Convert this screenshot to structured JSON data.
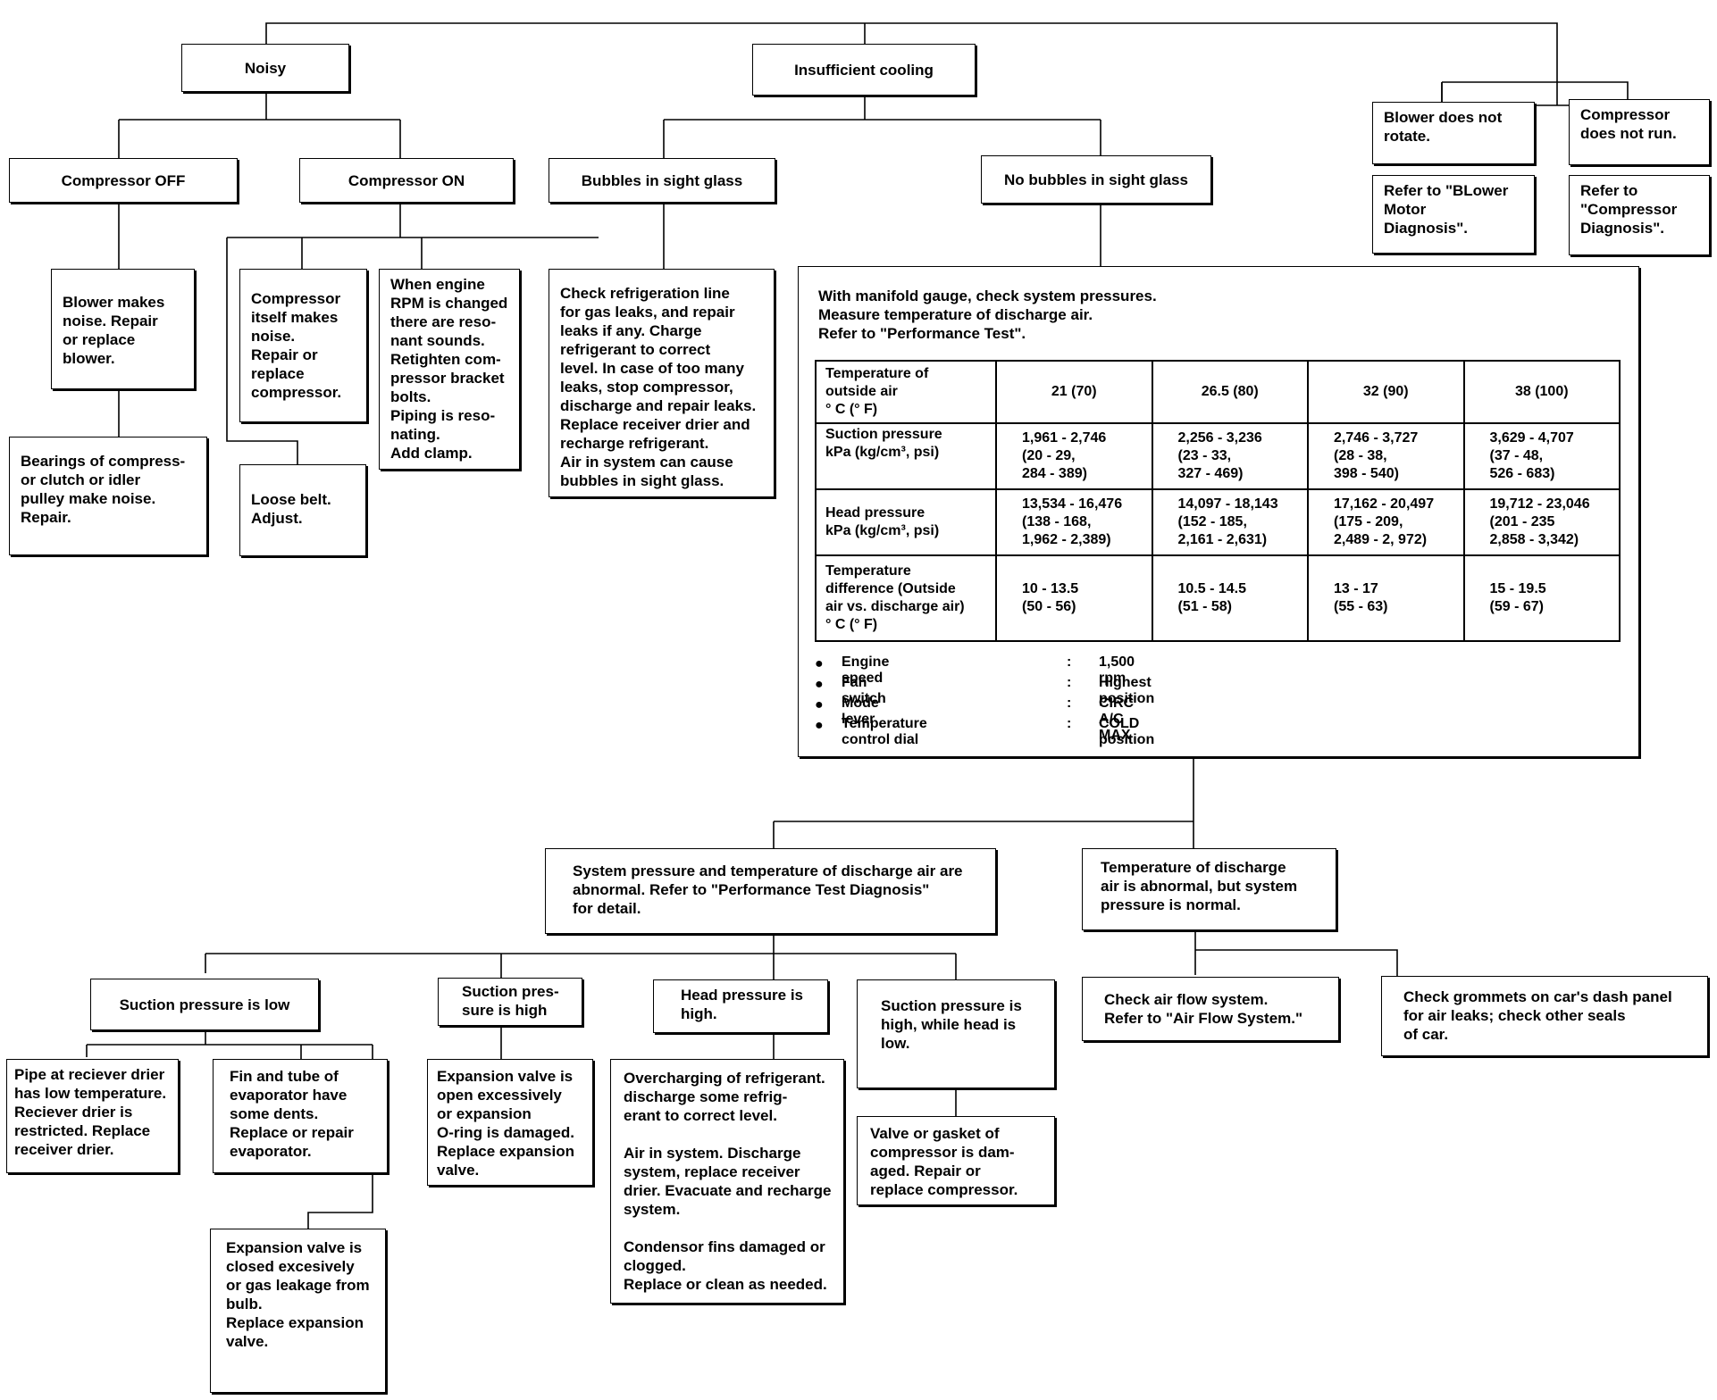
{
  "nodes": {
    "noisy": "Noisy",
    "insufficient": "Insufficient cooling",
    "blower_not_rotate": "Blower does not\nrotate.",
    "compressor_not_run": "Compressor\ndoes not run.",
    "refer_blower": "Refer to \"BLower\nMotor\nDiagnosis\".",
    "refer_compressor": "Refer to\n\"Compressor\nDiagnosis\".",
    "compressor_off": "Compressor OFF",
    "compressor_on": "Compressor ON",
    "bubbles": "Bubbles in sight glass",
    "no_bubbles": "No bubbles in sight glass",
    "blower_noise": "Blower makes\nnoise. Repair\nor replace\nblower.",
    "compressor_noise": "Compressor\nitself makes\nnoise.\nRepair or\nreplace\ncompressor.",
    "engine_rpm": "When engine\nRPM is changed\nthere are reso-\nnant sounds.\nRetighten com-\npressor bracket\nbolts.\nPiping is reso-\nnating.\nAdd clamp.",
    "check_refrigeration": "Check refrigeration line\nfor gas leaks, and repair\nleaks if any. Charge\nrefrigerant to correct\nlevel. In case of too many\nleaks, stop compressor,\ndischarge and repair leaks.\nReplace receiver drier and\nrecharge refrigerant.\nAir in system can cause\nbubbles in sight glass.",
    "bearings": "Bearings of compress-\nor clutch or idler\npulley make noise.\nRepair.",
    "loose_belt": "Loose belt.\nAdjust.",
    "abnormal_both": "System pressure and temperature of discharge air are\nabnormal. Refer to \"Performance Test Diagnosis\"\nfor detail.",
    "abnormal_temp": "Temperature of discharge\nair is abnormal, but system\npressure is normal.",
    "suction_low": "Suction pressure is low",
    "suction_high": "Suction pres-\nsure is high",
    "head_high": "Head pressure is\nhigh.",
    "suction_high_head_low": "Suction pressure is\nhigh, while head is\nlow.",
    "check_airflow": "Check air flow system.\nRefer to  \"Air Flow System.\"",
    "check_grommets": "Check grommets on car's dash panel\nfor air leaks; check other seals\nof car.",
    "pipe_receiver": "Pipe at reciever drier\nhas low temperature.\nReciever drier is\nrestricted. Replace\nreceiver drier.",
    "fin_tube": "Fin and tube of\nevaporator have\nsome dents.\nReplace or repair\nevaporator.",
    "expansion_open": "Expansion valve is\nopen excessively\nor expansion\nO-ring is damaged.\nReplace expansion\nvalve.",
    "overcharging": "Overcharging of refrigerant.\ndischarge some refrig-\nerant to correct level.\n\nAir in system. Discharge\nsystem, replace receiver\ndrier. Evacuate and recharge\nsystem.\n\nCondensor fins damaged or\nclogged.\nReplace or clean as needed.",
    "valve_gasket": "Valve or gasket of\ncompressor is dam-\naged. Repair or\nreplace compressor.",
    "expansion_closed": "Expansion valve is\nclosed excesively\nor gas leakage from\nbulb.\nReplace expansion\nvalve."
  },
  "performance": {
    "intro": "With manifold gauge, check system pressures.\n Measure temperature of discharge air.\n Refer to \"Performance Test\".",
    "table": {
      "header_label": "Temperature of\noutside air\n° C (° F)",
      "temps": [
        "21 (70)",
        "26.5 (80)",
        "32 (90)",
        "38 (100)"
      ],
      "rows": [
        {
          "label": "Suction pressure\nkPa (kg/cm³, psi)",
          "values": [
            "1,961 - 2,746\n(20 - 29,\n    284 - 389)",
            "2,256 - 3,236\n(23 - 33,\n    327 - 469)",
            "2,746 - 3,727\n(28 - 38,\n    398 - 540)",
            "3,629 - 4,707\n(37 - 48,\n    526 - 683)"
          ]
        },
        {
          "label": "Head pressure\nkPa (kg/cm³, psi)",
          "values": [
            "13,534 - 16,476\n(138 - 168,\n1,962 - 2,389)",
            "14,097 - 18,143\n(152 - 185,\n2,161 - 2,631)",
            "17,162 - 20,497\n(175 - 209,\n2,489 - 2, 972)",
            "19,712 - 23,046\n(201 - 235\n2,858 - 3,342)"
          ]
        },
        {
          "label": "Temperature\ndifference (Outside\nair vs. discharge air)\n° C (° F)",
          "values": [
            "10 - 13.5\n(50 - 56)",
            "10.5 - 14.5\n(51 - 58)",
            "13 - 17\n(55 - 63)",
            "15 - 19.5\n(59 - 67)"
          ]
        }
      ]
    },
    "conditions": [
      {
        "name": "Engine speed",
        "value": "1,500 rpm"
      },
      {
        "name": "Fan switch",
        "value": "Highest position"
      },
      {
        "name": "Mode lever",
        "value": "CIRC A/C MAX"
      },
      {
        "name": "Temperature control dial",
        "value": "COLD position"
      }
    ]
  }
}
